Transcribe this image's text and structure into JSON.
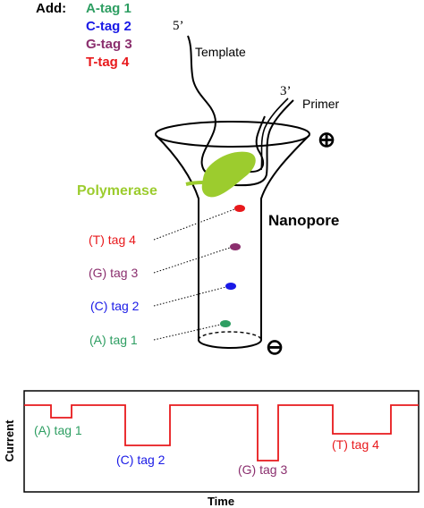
{
  "add_legend": {
    "prefix": "Add:",
    "items": [
      {
        "label": "A-tag 1",
        "color": "#2e9e62"
      },
      {
        "label": "C-tag 2",
        "color": "#1a1ae6"
      },
      {
        "label": "G-tag 3",
        "color": "#8b2f6e"
      },
      {
        "label": "T-tag 4",
        "color": "#e8191c"
      }
    ]
  },
  "strands": {
    "template_end": "5’",
    "template_label": "Template",
    "primer_end": "3’",
    "primer_label": "Primer"
  },
  "pore": {
    "enzyme_label": "Polymerase",
    "enzyme_color": "#9ccc2e",
    "nanopore_label": "Nanopore",
    "plus_sign": "⊕",
    "minus_sign": "⊖"
  },
  "tags_in_pore": [
    {
      "label": "(T) tag 4",
      "color": "#e8191c"
    },
    {
      "label": "(G) tag 3",
      "color": "#8b2f6e"
    },
    {
      "label": "(C) tag 2",
      "color": "#1a1ae6"
    },
    {
      "label": "(A) tag 1",
      "color": "#2e9e62"
    }
  ],
  "current_trace": {
    "y_label": "Current",
    "x_label": "Time",
    "line_color": "#e8191c",
    "events": [
      {
        "label": "(A) tag 1",
        "color": "#2e9e62"
      },
      {
        "label": "(C) tag 2",
        "color": "#1a1ae6"
      },
      {
        "label": "(G) tag 3",
        "color": "#8b2f6e"
      },
      {
        "label": "(T) tag 4",
        "color": "#e8191c"
      }
    ]
  }
}
